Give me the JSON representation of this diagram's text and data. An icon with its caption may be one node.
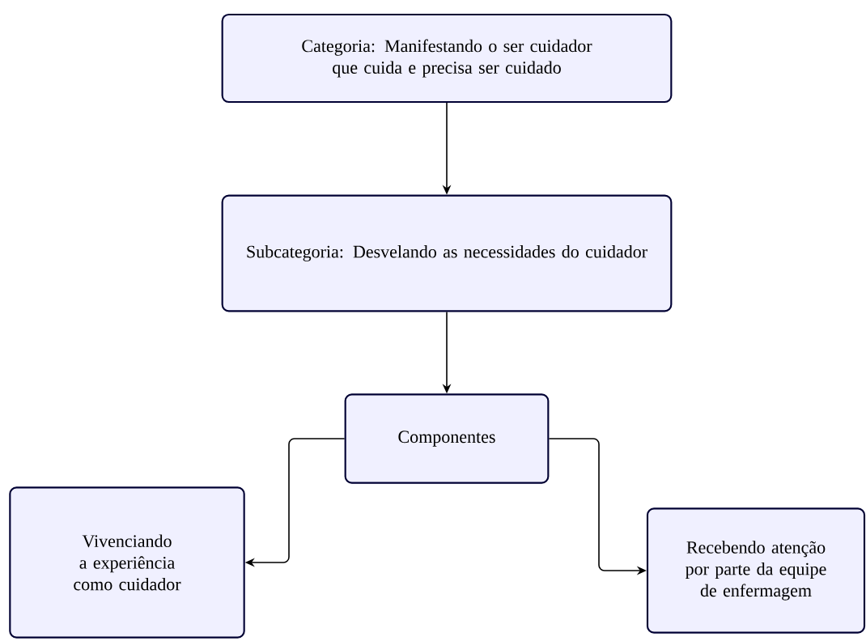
{
  "diagram": {
    "nodes": [
      {
        "text": [
          "Categoria: Manifestando o ser cuidador que cuida e precisa ser cuidado"
        ]
      },
      {
        "text": [
          "Subcategoria: Desvelando as necessidades do cuidador"
        ]
      },
      {
        "text": [
          "Componentes"
        ]
      },
      {
        "text": [
          "Vivenciando a experiência como cuidador"
        ]
      },
      {
        "text": [
          "Recebendo atenção por parte da equipe de enfermagem"
        ]
      }
    ],
    "edges": [
      {
        "from": 0,
        "to": 1,
        "arrow": "to"
      },
      {
        "from": 1,
        "to": 2,
        "arrow": "to"
      },
      {
        "from": 2,
        "to": 3,
        "arrow": "to"
      },
      {
        "from": 2,
        "to": 4,
        "arrow": "to"
      }
    ]
  }
}
